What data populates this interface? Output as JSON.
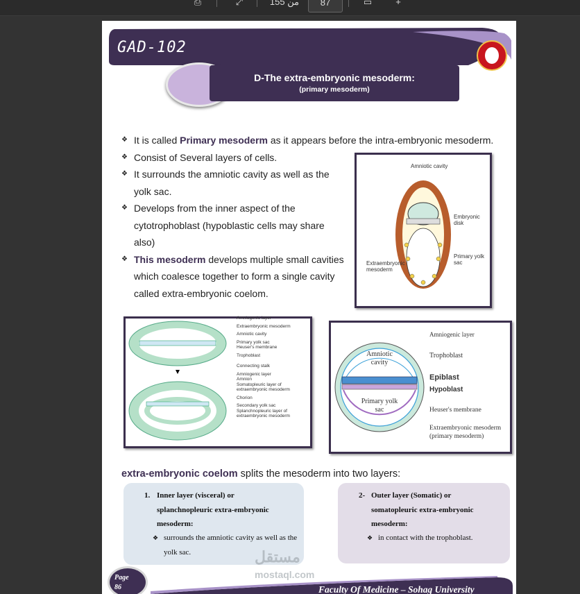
{
  "toolbar": {
    "items": [
      "⎙",
      "⤢",
      "155 من",
      "87",
      "▭",
      "+"
    ]
  },
  "header": {
    "course_code": "GAD-102",
    "title": "D-The extra-embryonic mesoderm:",
    "subtitle": "(primary mesoderm)"
  },
  "bullets": [
    {
      "pre": "It is called ",
      "hl": "Primary mesoderm",
      "post": " as it appears before the intra-embryonic mesoderm."
    },
    {
      "pre": "Consist of Several layers of cells.",
      "hl": "",
      "post": ""
    },
    {
      "pre": "It surrounds the amniotic cavity as well as the yolk sac.",
      "hl": "",
      "post": ""
    },
    {
      "pre": "Develops from the inner aspect of the cytotrophoblast (hypoblastic cells may share also)",
      "hl": "",
      "post": ""
    },
    {
      "pre": "",
      "hl": "This mesoderm",
      "post": " develops multiple small cavities which coalesce together to form a single cavity called extra-embryonic coelom."
    }
  ],
  "fig1_labels": {
    "amniotic_cavity": "Amniotic cavity",
    "embryonic_disk": "Embryonic disk",
    "primary_yolk_sac": "Primary yolk sac",
    "extraembryonic_mesoderm": "Extraembryonic mesoderm"
  },
  "fig2_labels": [
    "Amniogenic layer",
    "Extraembryonic mesoderm",
    "Amniotic cavity",
    "Primary yolk sac",
    "Heuser's membrane",
    "Trophoblast",
    "Connecting stalk",
    "Amniogenic layer",
    "Amnion",
    "Somatopleuric layer of extraembryonic mesoderm",
    "Chorion",
    "Secondary yolk sac",
    "Splanchnopleuric layer of extraembryonic mesoderm"
  ],
  "fig3_labels": {
    "amniotic_cavity": "Amniotic cavity",
    "primary_yolk_sac": "Primary yolk sac",
    "amniogenic_layer": "Amniogenic layer",
    "trophoblast": "Trophoblast",
    "epiblast": "Epiblast",
    "hypoblast": "Hypoblast",
    "heusers_membrane": "Heuser's membrane",
    "extra_mesoderm": "Extraembryonic mesoderm (primary mesoderm)"
  },
  "coelom": {
    "hl": "extra-embryonic coelom",
    "post": " splits the mesoderm into two layers:"
  },
  "inner_layer": {
    "num": "1.",
    "title": "Inner layer (visceral) or splanchnopleuric extra-embryonic mesoderm:",
    "point": "surrounds the amniotic cavity as well as the yolk sac."
  },
  "outer_layer": {
    "num": "2-",
    "title": "Outer layer (Somatic) or somatopleuric extra-embryonic mesoderm:",
    "point": "in contact with the trophoblast."
  },
  "watermark": {
    "arabic": "مستقل",
    "latin": "mostaql.com"
  },
  "footer": {
    "page_label": "Page",
    "page_num": "86",
    "university": "Faculty Of Medicine – Sohag University"
  },
  "colors": {
    "brand": "#3e2f53",
    "accent": "#c9b3dc",
    "inner_box": "#dfe7ef",
    "outer_box": "#e3dde8"
  }
}
